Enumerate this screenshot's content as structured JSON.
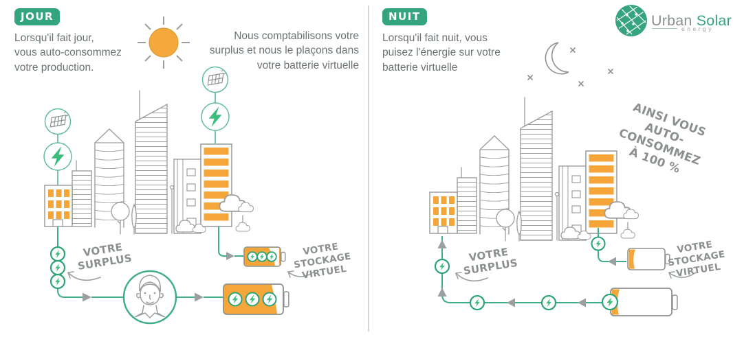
{
  "logo": {
    "word1": "Urban",
    "word2": "Solar",
    "tagline": "energy"
  },
  "panels": {
    "day": {
      "badge": "JOUR",
      "intro": "Lorsqu'il fait jour,\nvous auto-consommez\nvotre production.",
      "note": "Nous comptabilisons votre\nsurplus et nous le plaçons dans\nvotre batterie virtuelle",
      "surplus_label": "VOTRE\nSURPLUS",
      "storage_label": "VOTRE STOCKAGE\nVIRTUEL"
    },
    "night": {
      "badge": "NUIT",
      "intro": "Lorsqu'il fait nuit, vous\npuisez l'énergie sur votre\nbatterie virtuelle",
      "claim": "AINSI VOUS\nAUTO-CONSOMMEZ\nÀ 100 %",
      "surplus_label": "VOTRE\nSURPLUS",
      "storage_label": "VOTRE STOCKAGE\nVIRTUEL"
    }
  },
  "icons": {
    "sun": "sun-icon",
    "moon": "crescent-moon-icon",
    "star": "star-icon",
    "solar_panel": "solar-panel-icon",
    "bolt": "lightning-bolt-icon",
    "battery_full": "battery-full-icon",
    "battery_empty": "battery-empty-icon",
    "person": "person-avatar",
    "logo_mark": "solar-panel-logo-icon"
  },
  "colors": {
    "green": "#34a47e",
    "bolt_green": "#3cbd7e",
    "orange": "#f4a63b",
    "text_gray": "#6b7370",
    "hand_gray": "#8b908e",
    "art_gray": "#9b9f9a",
    "arrow_gray": "#9aa0a2",
    "divider": "#b7bbb7"
  }
}
